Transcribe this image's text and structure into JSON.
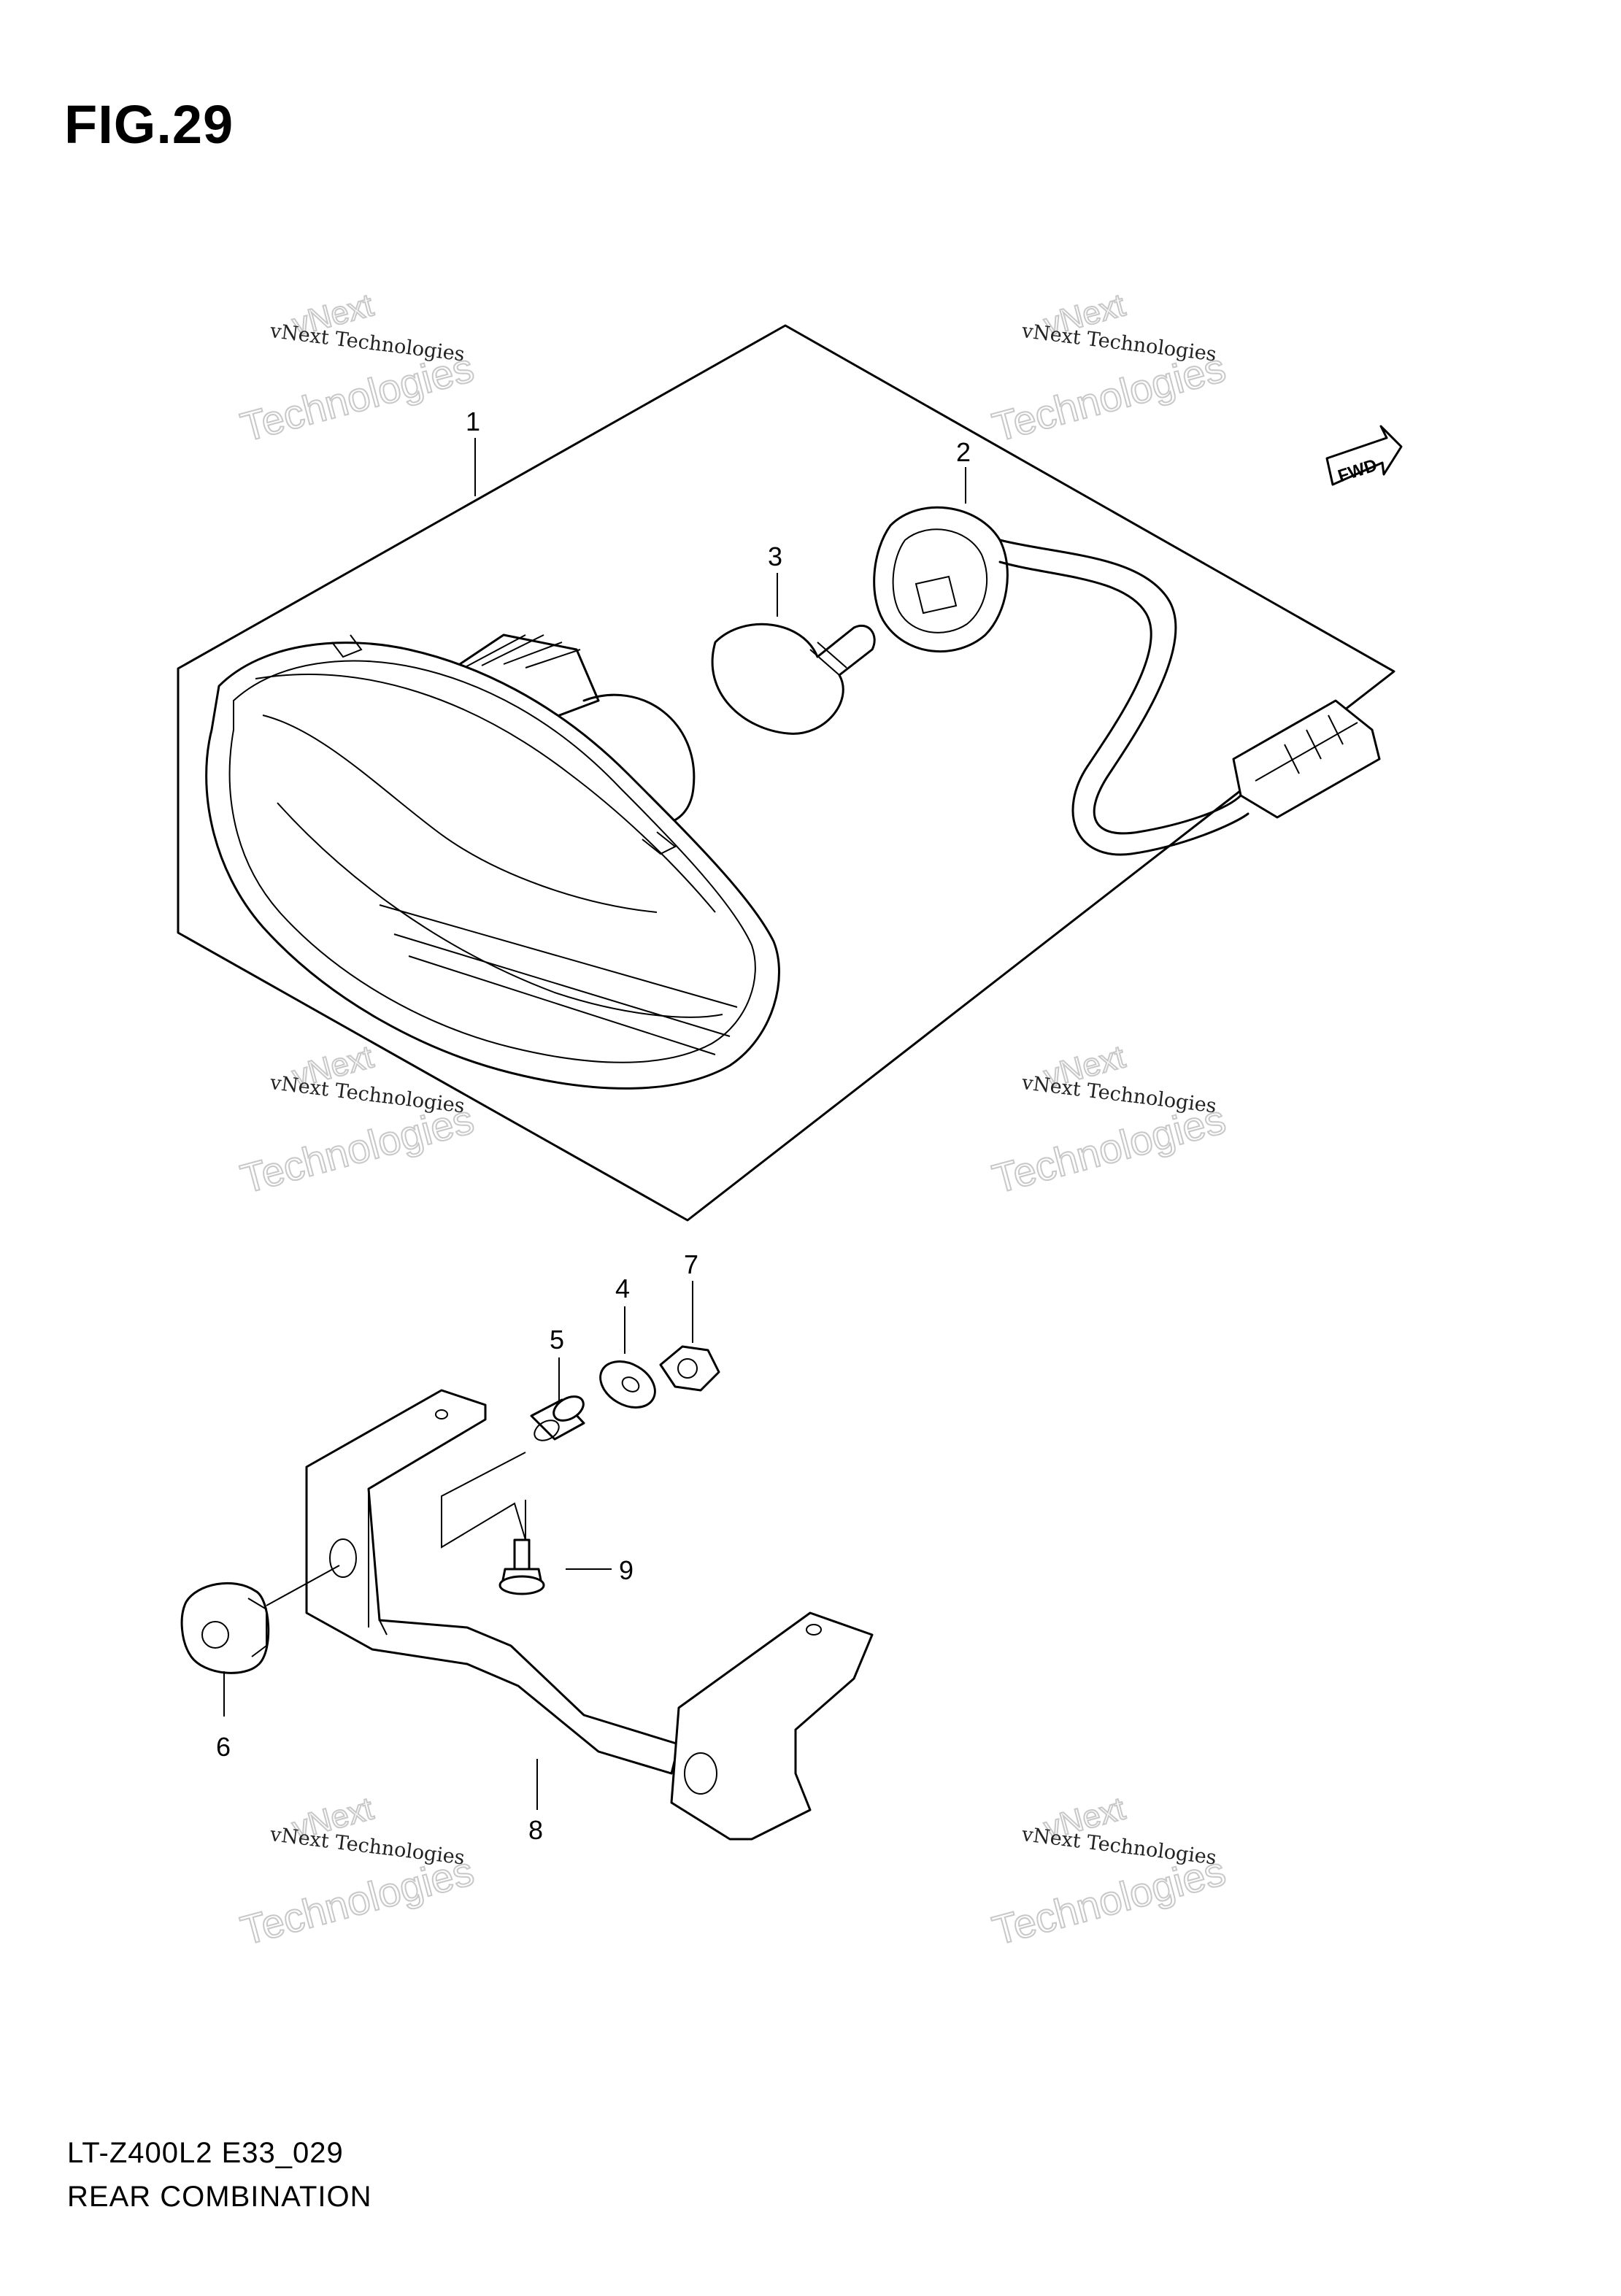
{
  "figure": {
    "title": "FIG.29",
    "code": "LT-Z400L2 E33_029",
    "name": "REAR COMBINATION"
  },
  "fwd_badge": "FWD",
  "callouts": {
    "c1": "1",
    "c2": "2",
    "c3": "3",
    "c4": "4",
    "c5": "5",
    "c6": "6",
    "c7": "7",
    "c8": "8",
    "c9": "9"
  },
  "watermark": {
    "small": "vNext Technologies",
    "big_top": "vNext",
    "big_bottom": "Technologies"
  }
}
